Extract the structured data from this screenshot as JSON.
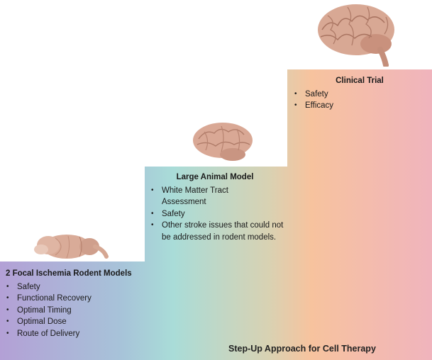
{
  "steps": [
    {
      "title": "2 Focal Ischemia Rodent Models",
      "items": [
        "Safety",
        "Functional Recovery",
        "Optimal Timing",
        "Optimal Dose",
        "Route of Delivery"
      ]
    },
    {
      "title": "Large Animal Model",
      "items": [
        "White Matter Tract Assessment",
        "Safety",
        "Other stroke issues that could not be addressed in rodent models."
      ]
    },
    {
      "title": "Clinical Trial",
      "items": [
        "Safety",
        "Efficacy"
      ]
    }
  ],
  "footer_title": "Step-Up Approach for Cell Therapy",
  "colors": {
    "gradient_left": "#b3a0d6",
    "gradient_mid": "#a9dcd8",
    "gradient_orange": "#f7c39e",
    "gradient_right": "#f0b4bd",
    "brain_tissue": "#d7a996"
  },
  "icons": [
    "rodent-brain-icon",
    "large-animal-brain-icon",
    "human-brain-icon"
  ]
}
